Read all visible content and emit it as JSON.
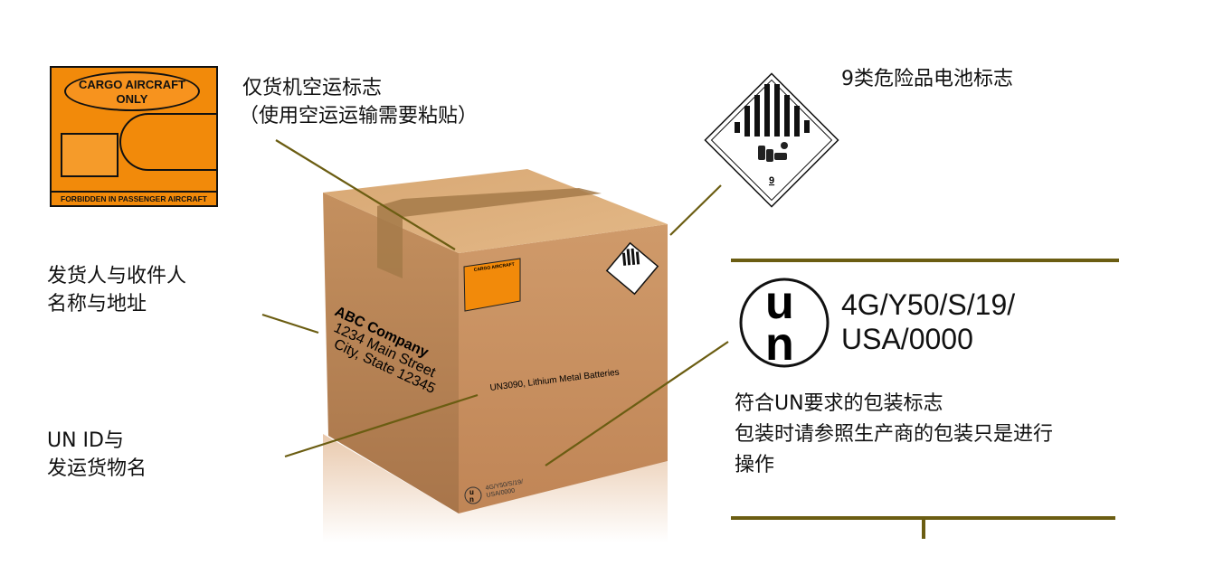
{
  "labels": {
    "cargo_caption": [
      "仅货机空运标志",
      "（使用空运运输需要粘贴）"
    ],
    "class9_caption": "9类危险品电池标志",
    "shipper_caption": [
      "发货人与收件人",
      "名称与地址"
    ],
    "un_id_caption": [
      "UN ID与",
      "发运货物名"
    ],
    "un_mark_caption": [
      "符合UN要求的包装标志",
      "包装时请参照生产商的包装只是进行",
      "操作"
    ]
  },
  "cargo_label": {
    "title": [
      "CARGO AIRCRAFT",
      "ONLY"
    ],
    "footer": "FORBIDDEN IN PASSENGER AIRCRAFT"
  },
  "class9_label": {
    "class_number": "9"
  },
  "un_mark": {
    "symbol_top": "u",
    "symbol_bottom": "n",
    "code": [
      "4G/Y50/S/19/",
      "USA/0000"
    ]
  },
  "box": {
    "address": [
      "ABC Company",
      "1234 Main Street",
      "City, State 12345"
    ],
    "un_id_text": "UN3090, Lithium Metal Batteries",
    "un_code": [
      "4G/Y50/S/19/",
      "USA/0000"
    ]
  },
  "colors": {
    "leader_line": "#6b5d12",
    "cargo_orange": "#f28a0a",
    "box_front": "#c99063"
  }
}
